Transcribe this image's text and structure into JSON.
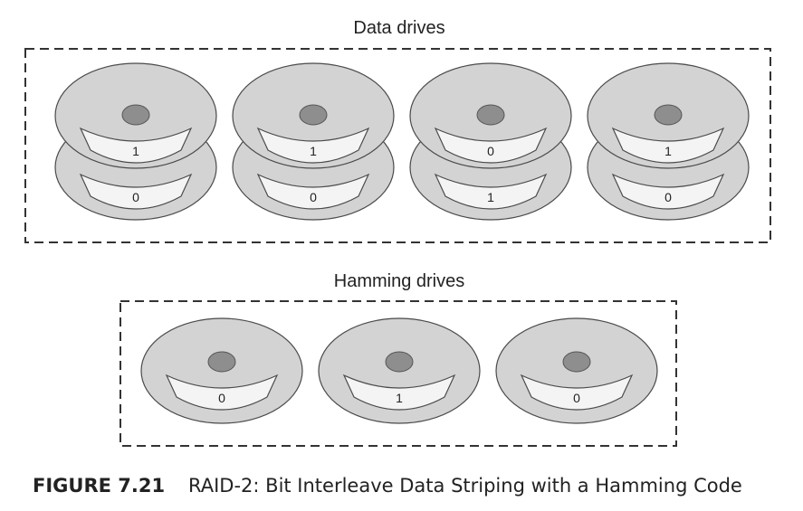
{
  "data_group": {
    "label": "Data drives",
    "drives": [
      {
        "top_bit": "1",
        "bottom_bit": "0"
      },
      {
        "top_bit": "1",
        "bottom_bit": "0"
      },
      {
        "top_bit": "0",
        "bottom_bit": "1"
      },
      {
        "top_bit": "1",
        "bottom_bit": "0"
      }
    ]
  },
  "hamming_group": {
    "label": "Hamming drives",
    "drives": [
      {
        "bit": "0"
      },
      {
        "bit": "1"
      },
      {
        "bit": "0"
      }
    ]
  },
  "caption": {
    "number": "FIGURE 7.21",
    "text": "RAID-2: Bit Interleave Data Striping with a Hamming Code"
  },
  "colors": {
    "platter_fill": "#d3d3d3",
    "platter_stroke": "#4a4a4a",
    "hub_fill": "#8e8e8e",
    "sector_fill": "#f4f4f4",
    "border": "#333333"
  }
}
